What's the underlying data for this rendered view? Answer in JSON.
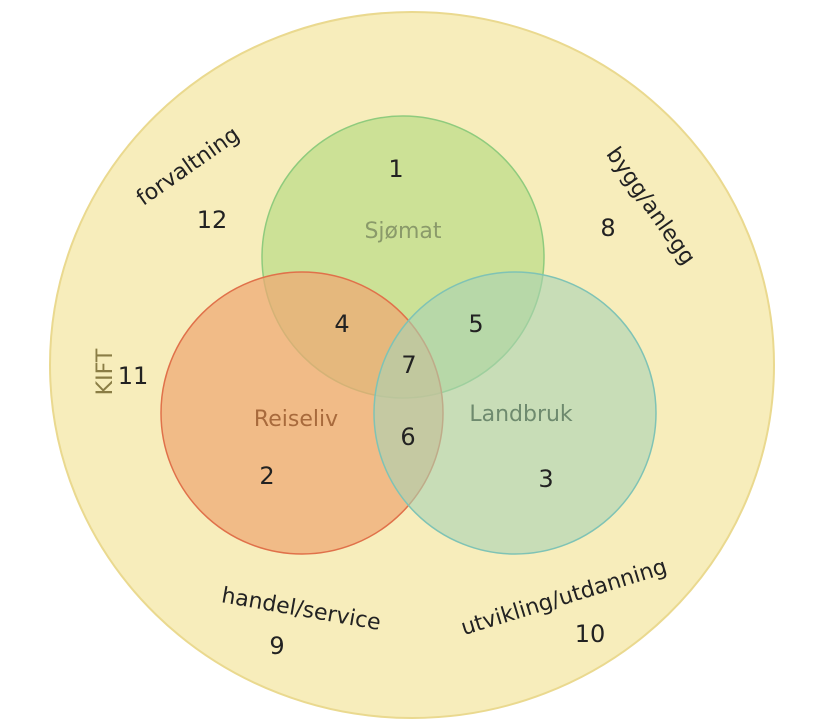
{
  "diagram": {
    "type": "venn",
    "outer": {
      "label": "KIFT",
      "value": "11",
      "fill": "#f7edbb",
      "stroke": "#ead98f"
    },
    "sets": [
      {
        "label": "Sjømat",
        "fill": "#cfe39c",
        "stroke": "#8fcb7d",
        "text_color": "#8a9a6a"
      },
      {
        "label": "Reiseliv",
        "fill": "#f0bd8a",
        "stroke": "#e0714a",
        "text_color": "#a86a3c"
      },
      {
        "label": "Landbruk",
        "fill": "#c6dcb4",
        "stroke": "#7fc3b5",
        "text_color": "#6e8a6e"
      }
    ],
    "regions": {
      "sjomat_only": "1",
      "reiseliv_only": "2",
      "landbruk_only": "3",
      "sjomat_reiseliv": "4",
      "sjomat_landbruk": "5",
      "reiseliv_landbruk": "6",
      "all_three": "7"
    },
    "outer_categories": [
      {
        "label": "forvaltning",
        "value": "12"
      },
      {
        "label": "bygg/anlegg",
        "value": "8"
      },
      {
        "label": "handel/service",
        "value": "9"
      },
      {
        "label": "utvikling/utdanning",
        "value": "10"
      }
    ]
  }
}
